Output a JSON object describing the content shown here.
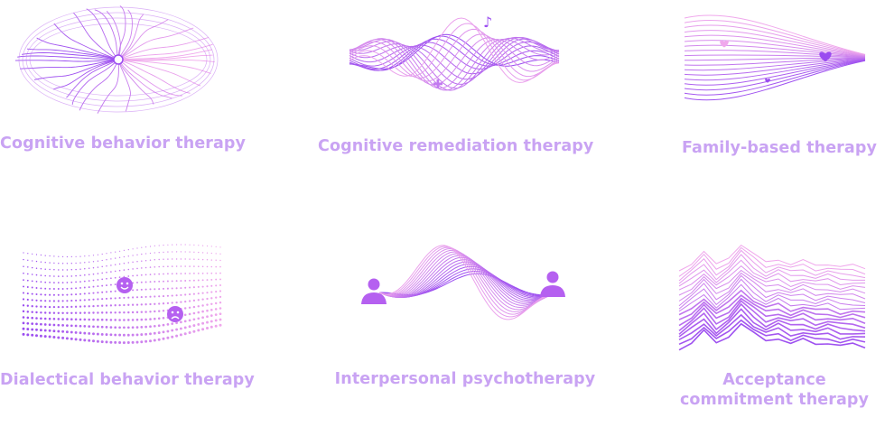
{
  "colors": {
    "label": "#c9a3f3",
    "line_dark": "#9a4cf0",
    "line_mid": "#c27af0",
    "line_light": "#f0a8ec",
    "icon_fill": "#b560f0"
  },
  "therapies": [
    {
      "label": "Cognitive behavior therapy",
      "illustration": "flower-lines"
    },
    {
      "label": "Cognitive remediation therapy",
      "illustration": "music-wave-lines"
    },
    {
      "label": "Family-based therapy",
      "illustration": "hearts-fan-lines"
    },
    {
      "label": "Dialectical behavior therapy",
      "illustration": "dotted-mesh-emoji"
    },
    {
      "label": "Interpersonal psychotherapy",
      "illustration": "two-people-wave"
    },
    {
      "label": "Acceptance\ncommitment therapy",
      "illustration": "stacked-mountain-lines"
    }
  ]
}
